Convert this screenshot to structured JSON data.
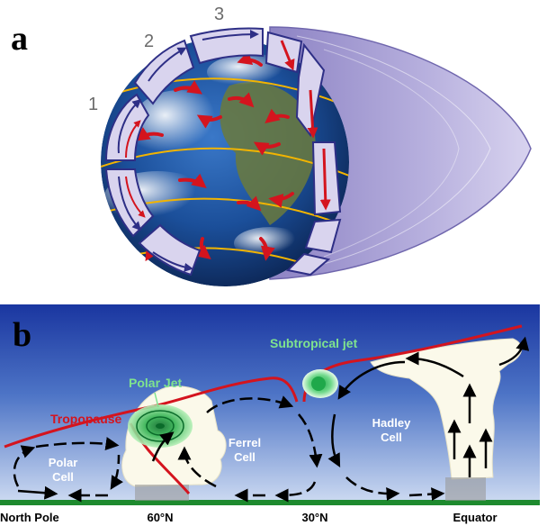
{
  "panel_a": {
    "letter": "a",
    "cell_numbers": [
      "1",
      "2",
      "3"
    ]
  },
  "panel_b": {
    "letter": "b",
    "labels": {
      "tropopause": "Tropopause",
      "polar_jet": "Polar Jet",
      "subtropical_jet": "Subtropical jet",
      "polar_cell_1": "Polar",
      "polar_cell_2": "Cell",
      "ferrel_cell_1": "Ferrel",
      "ferrel_cell_2": "Cell",
      "hadley_cell_1": "Hadley",
      "hadley_cell_2": "Cell"
    },
    "axis": {
      "north_pole": "North Pole",
      "lat_60": "60°N",
      "lat_30": "30°N",
      "equator": "Equator"
    }
  },
  "colors": {
    "tropopause": "#d4141e",
    "arrows": "#000000",
    "jet_green": "#35b35a",
    "jet_label": "#7fe38e",
    "ground": "#1e8a2e",
    "sky_top": "#1c3aa5",
    "sky_bottom": "#c9d9f2",
    "cell_fill": "#d9d4ee",
    "cell_stroke": "#2e2f86",
    "lat_line": "#f2b400"
  }
}
